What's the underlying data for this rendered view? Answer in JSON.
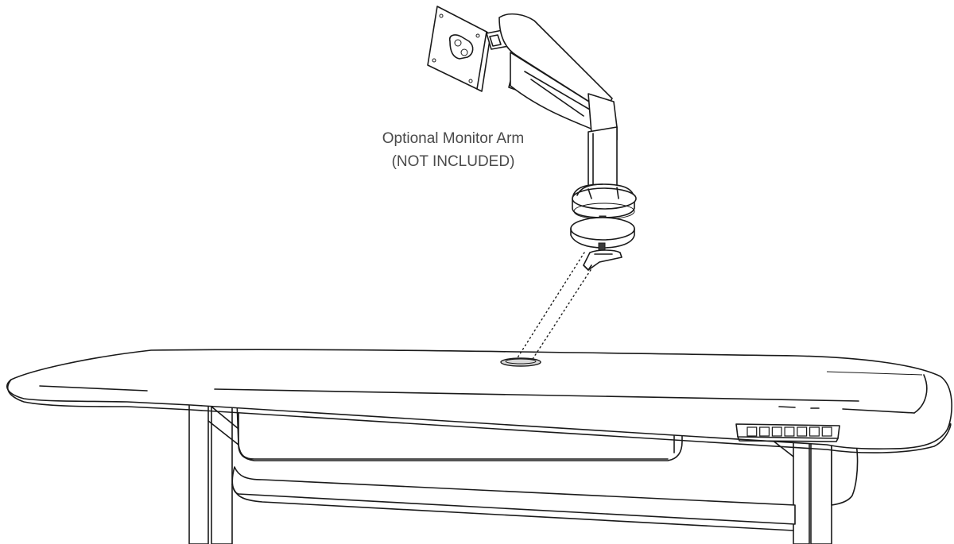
{
  "callout": {
    "line1": "Optional Monitor Arm",
    "line2": "(NOT INCLUDED)"
  },
  "colors": {
    "line": "#1a1a1a",
    "text": "#4a4a4a",
    "background": "#ffffff"
  },
  "keypad": {
    "button_count": 7
  }
}
